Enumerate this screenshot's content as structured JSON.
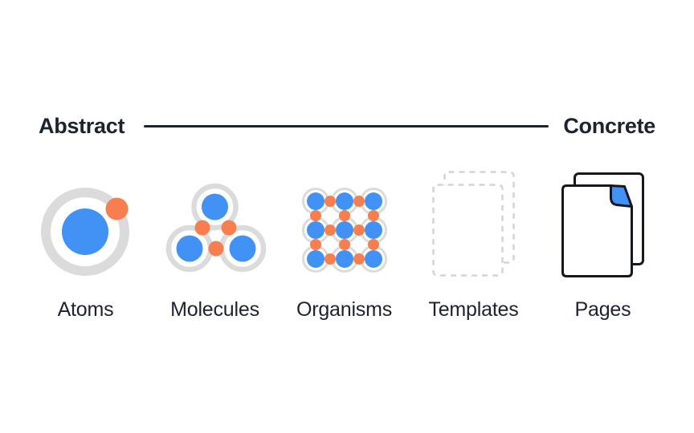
{
  "header": {
    "left_label": "Abstract",
    "right_label": "Concrete"
  },
  "stages": [
    {
      "id": "atoms",
      "label": "Atoms"
    },
    {
      "id": "molecules",
      "label": "Molecules"
    },
    {
      "id": "organisms",
      "label": "Organisms"
    },
    {
      "id": "templates",
      "label": "Templates"
    },
    {
      "id": "pages",
      "label": "Pages"
    }
  ],
  "colors": {
    "ink": "#1E2230",
    "blue": "#4291F5",
    "orange": "#F77F4F",
    "ring": "#DBDBDB",
    "dash": "#D4D4D4",
    "page_stroke": "#15181E",
    "background": "#FFFFFF"
  }
}
